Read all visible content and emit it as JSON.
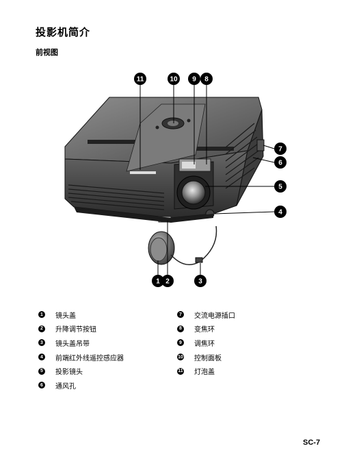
{
  "page": {
    "title": "投影机简介",
    "subtitle": "前视图",
    "page_number": "SC-7"
  },
  "figure": {
    "callouts": [
      "1",
      "2",
      "3",
      "4",
      "5",
      "6",
      "7",
      "8",
      "9",
      "10",
      "11"
    ]
  },
  "legend": {
    "left": [
      {
        "num": "1",
        "label": "镜头盖"
      },
      {
        "num": "2",
        "label": "升降调节按钮"
      },
      {
        "num": "3",
        "label": "镜头盖吊带"
      },
      {
        "num": "4",
        "label": "前端红外线遥控感应器"
      },
      {
        "num": "5",
        "label": "投影镜头"
      },
      {
        "num": "6",
        "label": "通风孔"
      }
    ],
    "right": [
      {
        "num": "7",
        "label": "交流电源插口"
      },
      {
        "num": "8",
        "label": "变焦环"
      },
      {
        "num": "9",
        "label": "调焦环"
      },
      {
        "num": "10",
        "label": "控制面板"
      },
      {
        "num": "11",
        "label": "灯泡盖"
      }
    ]
  }
}
